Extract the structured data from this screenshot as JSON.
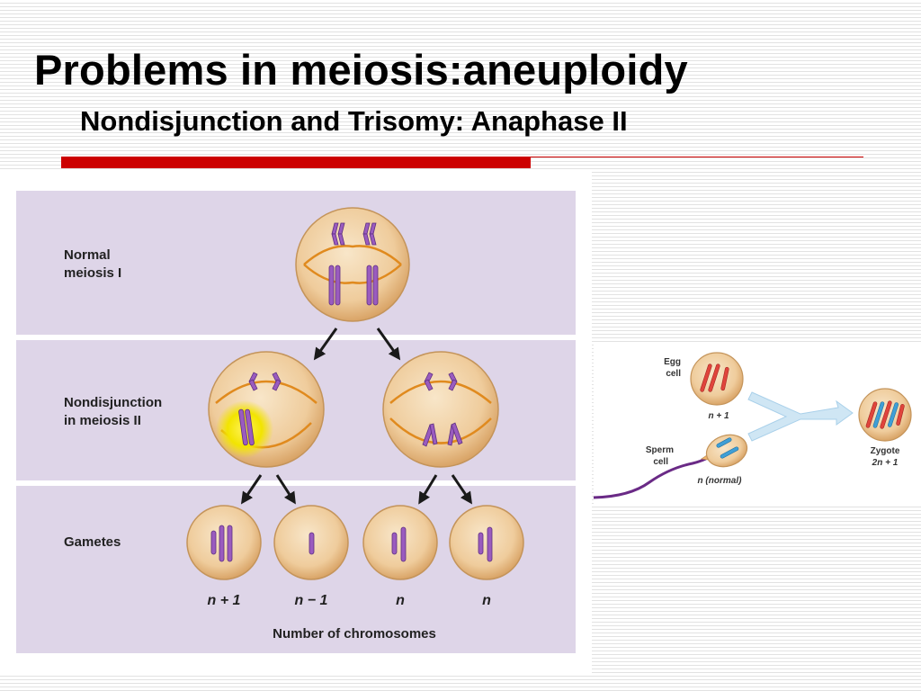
{
  "slide": {
    "title": "Problems in meiosis:aneuploidy",
    "subtitle": "Nondisjunction and Trisomy: Anaphase II"
  },
  "main_diagram": {
    "row_labels": {
      "meiosis_i": [
        "Normal",
        "meiosis I"
      ],
      "meiosis_ii": [
        "Nondisjunction",
        "in meiosis II"
      ],
      "gametes": "Gametes"
    },
    "gamete_counts": [
      "n + 1",
      "n − 1",
      "n",
      "n"
    ],
    "axis_caption": "Number of chromosomes"
  },
  "fertilization_diagram": {
    "egg_label": [
      "Egg",
      "cell"
    ],
    "egg_count": "n + 1",
    "sperm_label": [
      "Sperm",
      "cell"
    ],
    "sperm_count": "n (normal)",
    "zygote_label": "Zygote",
    "zygote_count": "2n + 1"
  },
  "colors": {
    "accent_red": "#cc0000",
    "panel_lavender": "#ded5e8",
    "cell_fill": "#f1d2a8",
    "cell_edge": "#c4945a",
    "spindle": "#e08a1e",
    "chromosome_purple": "#9a5bbf",
    "egg_chromosome_red": "#e0443c",
    "sperm_chromosome_blue": "#3f9fd6",
    "sperm_tail": "#6a2a86"
  }
}
